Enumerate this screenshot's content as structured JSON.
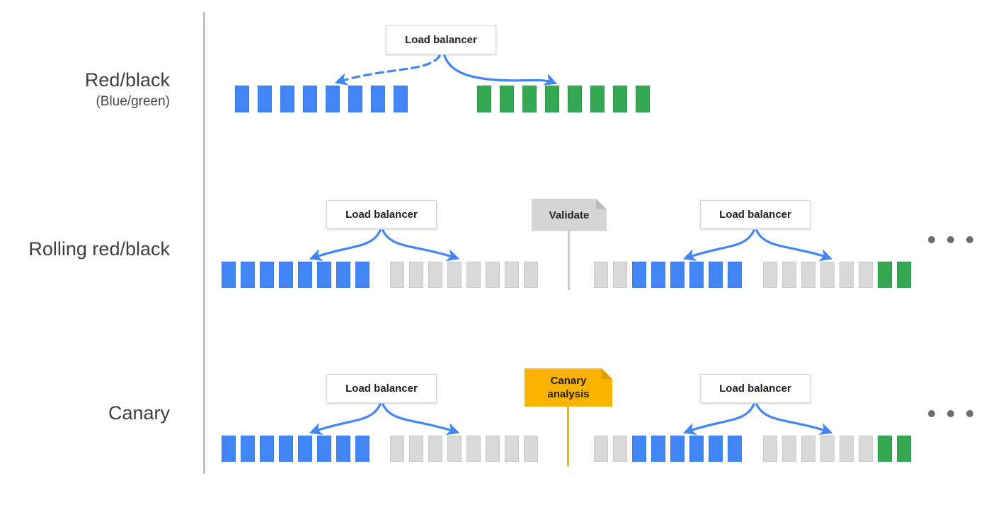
{
  "colors": {
    "blue": "#4285F4",
    "green": "#34A853",
    "gray": "#D9D9D9",
    "arrow": "#4285F4",
    "dot": "#6D6D6D",
    "divider": "#C2C2C2",
    "flag_gray": "#D5D5D5",
    "flag_gray_fold": "#BCBCBC",
    "flag_yellow": "#FBB300",
    "flag_yellow_fold": "#E09D00",
    "label_text": "#3C4043",
    "box_text": "#212121"
  },
  "load_balancer": {
    "label": "Load balancer"
  },
  "flags": {
    "validate": {
      "label": "Validate"
    },
    "canary": {
      "line1": "Canary",
      "line2": "analysis"
    }
  },
  "rows": {
    "red_black": {
      "title": "Red/black",
      "subtitle": "(Blue/green)",
      "cluster_current": [
        "blue",
        "blue",
        "blue",
        "blue",
        "blue",
        "blue",
        "blue",
        "blue"
      ],
      "cluster_new": [
        "green",
        "green",
        "green",
        "green",
        "green",
        "green",
        "green",
        "green"
      ]
    },
    "rolling_red_black": {
      "title": "Rolling red/black",
      "stage1": {
        "cluster_a": [
          "blue",
          "blue",
          "blue",
          "blue",
          "blue",
          "blue",
          "blue",
          "blue"
        ],
        "cluster_b": [
          "gray",
          "gray",
          "gray",
          "gray",
          "gray",
          "gray",
          "gray",
          "gray"
        ]
      },
      "stage2": {
        "cluster_a": [
          "gray",
          "gray",
          "blue",
          "blue",
          "blue",
          "blue",
          "blue",
          "blue"
        ],
        "cluster_b": [
          "gray",
          "gray",
          "gray",
          "gray",
          "gray",
          "gray",
          "green",
          "green"
        ]
      },
      "ellipsis_dots": 3
    },
    "canary": {
      "title": "Canary",
      "stage1": {
        "cluster_a": [
          "blue",
          "blue",
          "blue",
          "blue",
          "blue",
          "blue",
          "blue",
          "blue"
        ],
        "cluster_b": [
          "gray",
          "gray",
          "gray",
          "gray",
          "gray",
          "gray",
          "gray",
          "gray"
        ]
      },
      "stage2": {
        "cluster_a": [
          "gray",
          "gray",
          "blue",
          "blue",
          "blue",
          "blue",
          "blue",
          "blue"
        ],
        "cluster_b": [
          "gray",
          "gray",
          "gray",
          "gray",
          "gray",
          "gray",
          "green",
          "green"
        ]
      },
      "ellipsis_dots": 3
    }
  }
}
